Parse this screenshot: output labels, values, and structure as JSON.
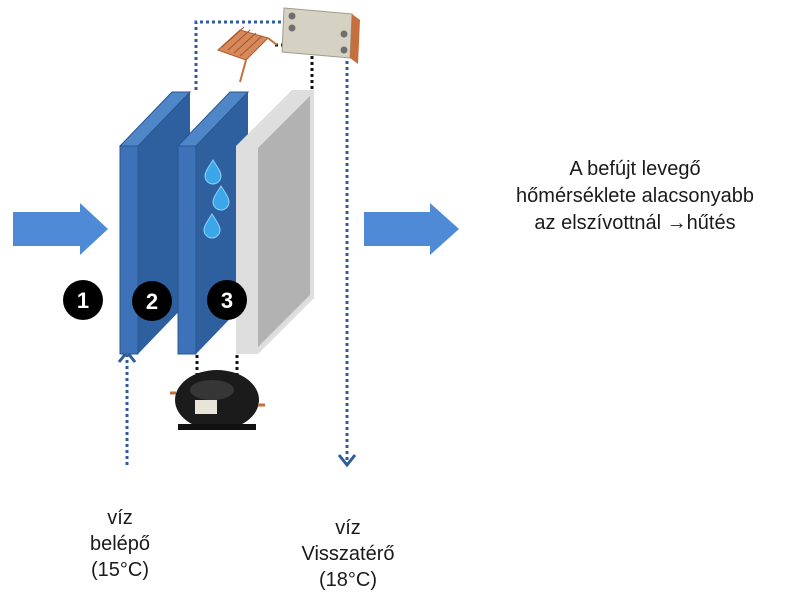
{
  "colors": {
    "arrow_blue": "#4f8ad6",
    "panel_blue_front": "#2e5f9e",
    "panel_blue_side": "#3d72b8",
    "panel_blue_edge": "#5b8fcf",
    "filter_frame": "#dedede",
    "filter_inner": "#b2b2b2",
    "pipe_blue": "#2f5c9a",
    "pipe_black": "#111111",
    "badge_bg": "#000000",
    "badge_text": "#ffffff",
    "drop": "#3ba7ea",
    "copper": "#c56e3e",
    "hx_plate": "#d6d2c3"
  },
  "badges": [
    {
      "number": "1"
    },
    {
      "number": "2"
    },
    {
      "number": "3"
    }
  ],
  "components": {
    "air_in_arrow": "right-arrow-icon",
    "air_out_arrow": "right-arrow-icon",
    "panel_2": "cooling-coil-panel",
    "panel_3": "evaporator-panel-with-water-drops",
    "filter": "filter-panel",
    "compressor": "compressor-icon",
    "heat_exchanger": "plate-heat-exchanger-icon",
    "condenser_coil": "copper-coil-icon"
  },
  "result_text": {
    "line1": "A befújt levegő",
    "line2": "hőmérséklete alacsonyabb",
    "line3": "az elszívottnál →hűtés"
  },
  "inlet": {
    "line1": "víz",
    "line2": "belépő",
    "line3": "(15°C)"
  },
  "return": {
    "line1": "víz",
    "line2": "Visszatérő",
    "line3": "(18°C)"
  }
}
